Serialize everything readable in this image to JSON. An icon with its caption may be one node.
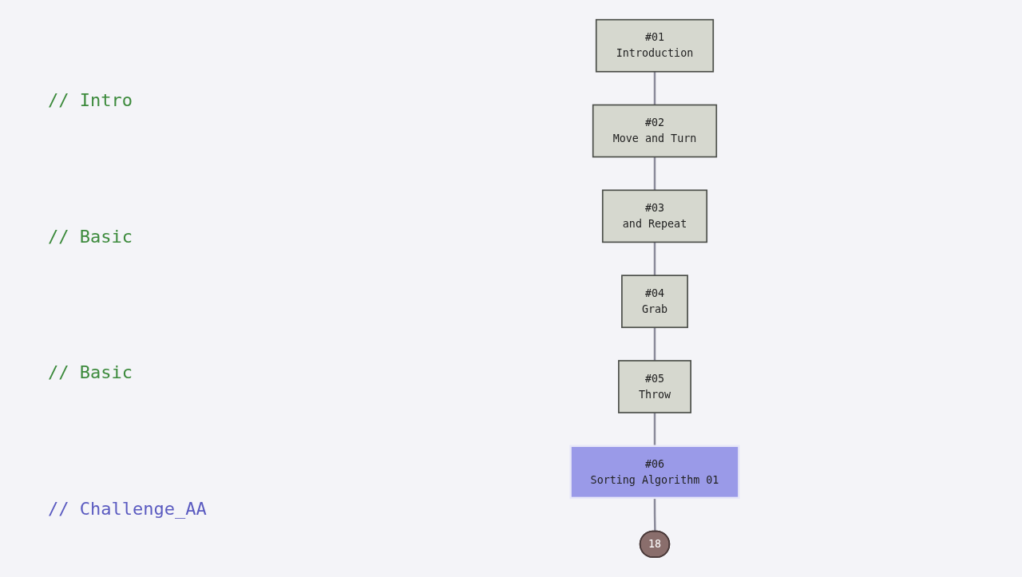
{
  "diagram": {
    "nodes": [
      {
        "text": [
          "#01",
          "Introduction"
        ]
      },
      {
        "text": [
          "#02",
          "Move and Turn"
        ]
      },
      {
        "text": [
          "#03",
          "and Repeat"
        ]
      },
      {
        "text": [
          "#04",
          "Grab"
        ]
      },
      {
        "text": [
          "#05",
          "Throw"
        ]
      },
      {
        "text": [
          "#06",
          "Sorting Algorithm 01"
        ]
      },
      {
        "text": [
          "18"
        ]
      }
    ],
    "edges": [
      {
        "from": 0,
        "to": 1,
        "arrow": "none"
      },
      {
        "from": 1,
        "to": 2,
        "arrow": "none"
      },
      {
        "from": 2,
        "to": 3,
        "arrow": "none"
      },
      {
        "from": 3,
        "to": 4,
        "arrow": "none"
      },
      {
        "from": 4,
        "to": 5,
        "arrow": "none"
      },
      {
        "from": 5,
        "to": 6,
        "arrow": "none"
      }
    ],
    "labels": [
      "// Intro",
      "// Basic",
      "// Basic",
      "// Challenge_AA"
    ]
  }
}
